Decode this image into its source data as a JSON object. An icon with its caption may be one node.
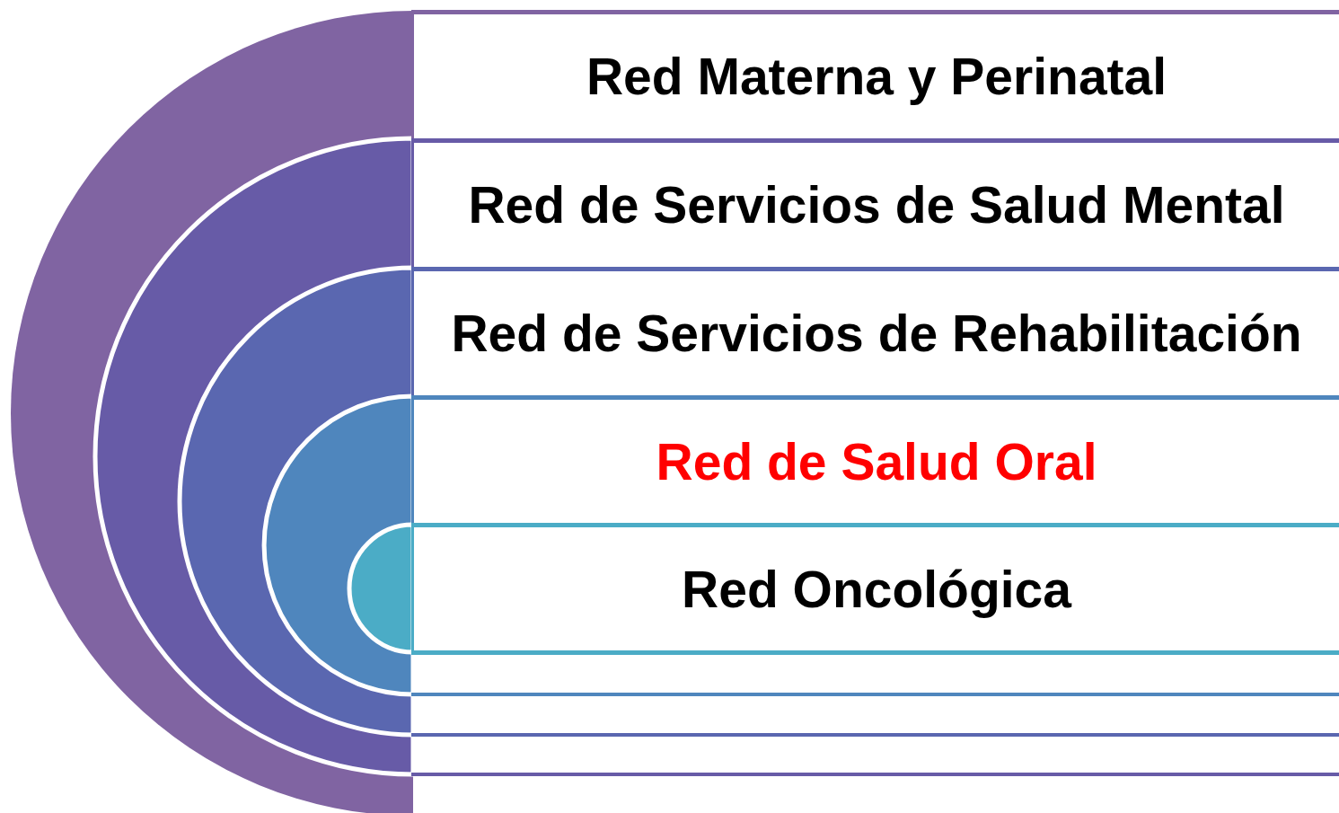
{
  "diagram": {
    "nodes": [
      {
        "text": [
          "Red Materna y Perinatal"
        ]
      },
      {
        "text": [
          "Red de Servicios de Salud Mental"
        ]
      },
      {
        "text": [
          "Red de Servicios de Rehabilitación"
        ]
      },
      {
        "text": [
          "Red de Salud Oral"
        ]
      },
      {
        "text": [
          "Red Oncológica"
        ]
      }
    ]
  }
}
